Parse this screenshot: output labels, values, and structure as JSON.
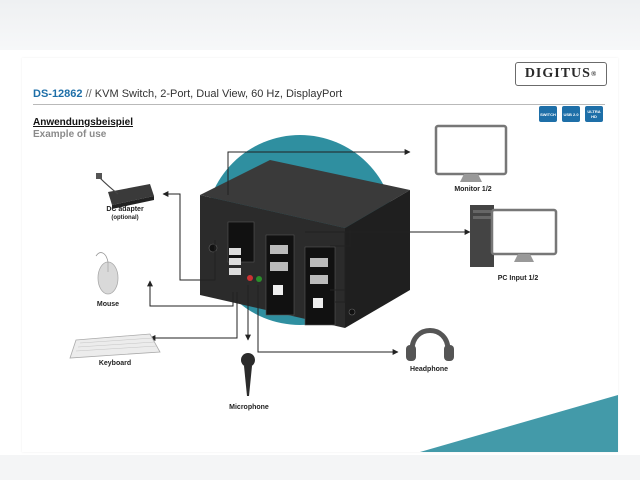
{
  "header": {
    "model": "DS-12862",
    "separator": "//",
    "title": "KVM Switch, 2-Port, Dual View, 60 Hz, DisplayPort"
  },
  "logo": {
    "text": "DIGITUS",
    "mark": "®"
  },
  "subtitle": {
    "de": "Anwendungsbeispiel",
    "en": "Example of use"
  },
  "badges": [
    {
      "name": "switch-badge",
      "text": "SWITCH",
      "color": "#1e6fa8"
    },
    {
      "name": "usb-badge",
      "text": "USB 2.0",
      "color": "#1e6fa8"
    },
    {
      "name": "ultra-hd-badge",
      "text": "ULTRA HD",
      "color": "#1e6fa8"
    }
  ],
  "devices": {
    "dc_adapter": {
      "label": "DC adapter",
      "note": "(optional)",
      "icon": "power-adapter-icon"
    },
    "mouse": {
      "label": "Mouse",
      "icon": "mouse-icon"
    },
    "keyboard": {
      "label": "Keyboard",
      "icon": "keyboard-icon"
    },
    "microphone": {
      "label": "Microphone",
      "icon": "microphone-icon"
    },
    "headphone": {
      "label": "Headphone",
      "icon": "headphone-icon"
    },
    "monitor": {
      "label": "Monitor 1/2",
      "icon": "monitor-icon"
    },
    "pc": {
      "label": "PC Input 1/2",
      "icon": "pc-tower-icon"
    }
  },
  "colors": {
    "accent": "#1e6fa8",
    "teal": "#2f8fa0",
    "device": "#2b2b2b",
    "line": "#222222"
  }
}
